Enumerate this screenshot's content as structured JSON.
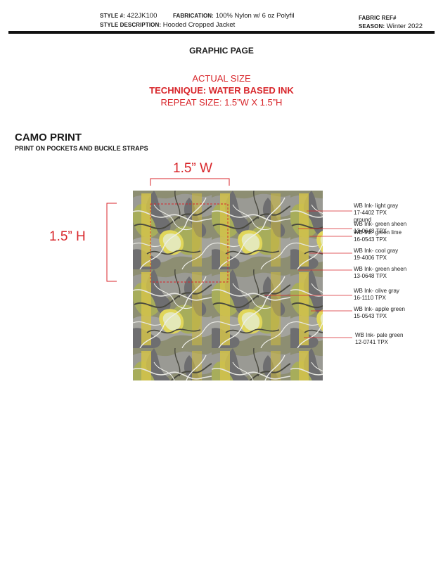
{
  "header": {
    "style_no_label": "STYLE #:",
    "style_no": "422JK100",
    "fabrication_label": "FABRICATION:",
    "fabrication": "100% Nylon w/ 6 oz Polyfil",
    "fabric_ref_label": "FABRIC REF#",
    "style_desc_label": "STYLE DESCRIPTION:",
    "style_desc": "Hooded Cropped Jacket",
    "season_label": "SEASON:",
    "season": "Winter 2022"
  },
  "page_title": "GRAPHIC PAGE",
  "spec": {
    "actual_size": "ACTUAL SIZE",
    "technique": "TECHNIQUE: WATER BASED INK",
    "repeat": "REPEAT SIZE: 1.5”W X 1.5”H"
  },
  "section": {
    "title": "CAMO PRINT",
    "subtitle": "PRINT ON POCKETS AND BUCKLE STRAPS"
  },
  "dimensions": {
    "width_label": "1.5” W",
    "height_label": "1.5” H"
  },
  "colors": {
    "accent_red": "#d8262b",
    "light_gray": "#c9c9c3",
    "green_sheen": "#d3c24a",
    "lime": "#bcc35a",
    "cool_gray": "#6e6e70",
    "olive_gray": "#8d8e72",
    "apple_green": "#a7ad5b",
    "pale_green": "#e4e8b8"
  },
  "callouts": [
    {
      "line1": "WB Ink- light gray",
      "line2": "17-4402 TPX",
      "line3": "ground"
    },
    {
      "line1": "WB Ink- green sheen",
      "line2": "13-0648 TPX",
      "line3": ""
    },
    {
      "line1": "WB Ink- green lime",
      "line2": "16-0543 TPX",
      "line3": ""
    },
    {
      "line1": "WB Ink- cool gray",
      "line2": "19-4006 TPX",
      "line3": ""
    },
    {
      "line1": "WB Ink- green sheen",
      "line2": "13-0648 TPX",
      "line3": ""
    },
    {
      "line1": "WB Ink- olive gray",
      "line2": "16-1110 TPX",
      "line3": ""
    },
    {
      "line1": "WB Ink- apple green",
      "line2": "15-0543 TPX",
      "line3": ""
    },
    {
      "line1": "WB Ink- pale green",
      "line2": "12-0741 TPX",
      "line3": ""
    }
  ]
}
